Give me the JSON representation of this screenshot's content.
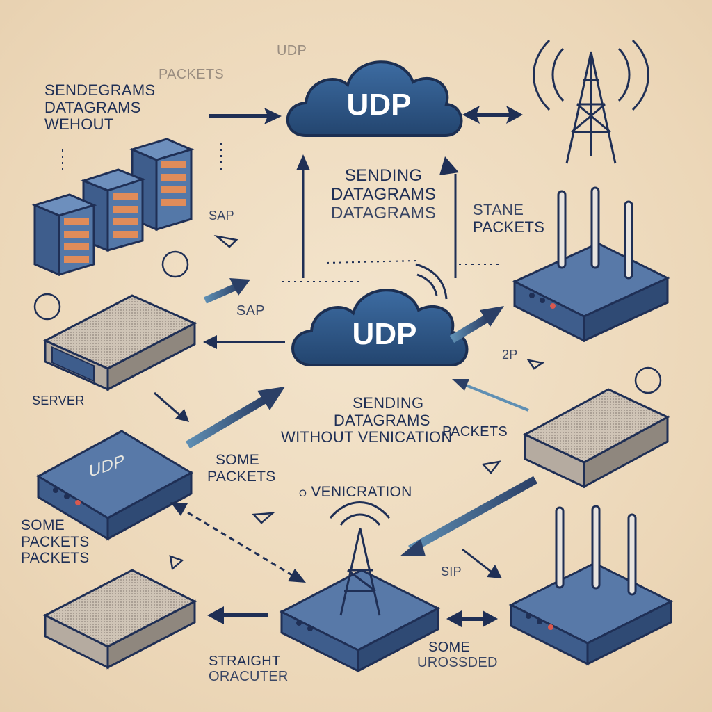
{
  "clouds": [
    {
      "label": "UDP"
    },
    {
      "label": "UDP"
    }
  ],
  "device_label": "UDP",
  "labels": {
    "faint_packets": "PACKETS",
    "faint_udp": "UDP",
    "top_left": [
      "SENDEGRAMS",
      "DATAGRAMS",
      "WEHOUT"
    ],
    "center_top": [
      "SENDING",
      "DATAGRAMS",
      "DATAGRAMS"
    ],
    "stane_packets": [
      "STANE",
      "PACKETS"
    ],
    "sap_upper": "SAP",
    "sap_mid": "SAP",
    "zp": "2P",
    "server": "SERVER",
    "center_mid": [
      "SENDING",
      "DATAGRAMS",
      "WITHOUT VENICATION"
    ],
    "packets_right": "PACKETS",
    "some_packets_mid": [
      "SOME",
      "PACKETS"
    ],
    "venicration": "VENICRATION",
    "some_packets_left": [
      "SOME",
      "PACKETS",
      "PACKETS"
    ],
    "sip": "SIP",
    "straight": [
      "STRAIGHT",
      "ORACUTER"
    ],
    "some_urossded": [
      "SOME",
      "UROSSDED"
    ]
  },
  "colors": {
    "background": "#efdcc0",
    "navy": "#1f2f55",
    "cloud_fill": "#2f5a8c",
    "device_top": "#5879a8",
    "device_side": "#3e5d8c",
    "accent_orange": "#e08c5a",
    "accent_red": "#d9594f"
  },
  "icons": [
    "cloud-icon",
    "server-rack-icon",
    "router-icon",
    "switch-icon",
    "antenna-tower-icon",
    "arrow-icon"
  ]
}
